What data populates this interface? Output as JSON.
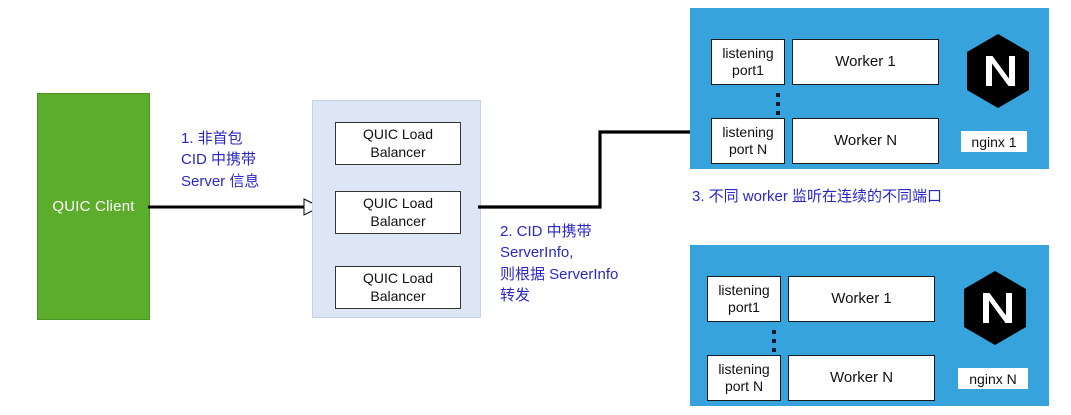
{
  "diagram": {
    "title": "QUIC load balancing to nginx workers",
    "colors": {
      "client_green": "#5CAD2B",
      "lb_panel_blue": "#DCE6F4",
      "nginx_panel_blue": "#36A3DC",
      "note_blue": "#2A27C6",
      "box_white": "#FFFFFF",
      "stroke_black": "#000000"
    }
  },
  "client": {
    "label": "QUIC Client"
  },
  "load_balancer": {
    "items": [
      {
        "line1": "QUIC Load",
        "line2": "Balancer"
      },
      {
        "line1": "QUIC Load",
        "line2": "Balancer"
      },
      {
        "line1": "QUIC Load",
        "line2": "Balancer"
      }
    ]
  },
  "notes": [
    {
      "id": "note-1",
      "text": "1. 非首包\nCID 中携带\nServer 信息"
    },
    {
      "id": "note-2",
      "text": "2. CID 中携带\nServerInfo,\n则根据 ServerInfo\n转发"
    },
    {
      "id": "note-3",
      "text": "3. 不同 worker 监听在连续的不同端口"
    }
  ],
  "nginx_nodes": [
    {
      "id": "nginx-1",
      "label": "nginx 1",
      "logo_letter": "N",
      "rows": [
        {
          "port_line1": "listening",
          "port_line2": "port1",
          "worker": "Worker 1"
        },
        {
          "port_line1": "listening",
          "port_line2": "port N",
          "worker": "Worker N"
        }
      ]
    },
    {
      "id": "nginx-n",
      "label": "nginx N",
      "logo_letter": "N",
      "rows": [
        {
          "port_line1": "listening",
          "port_line2": "port1",
          "worker": "Worker 1"
        },
        {
          "port_line1": "listening",
          "port_line2": "port N",
          "worker": "Worker N"
        }
      ]
    }
  ]
}
